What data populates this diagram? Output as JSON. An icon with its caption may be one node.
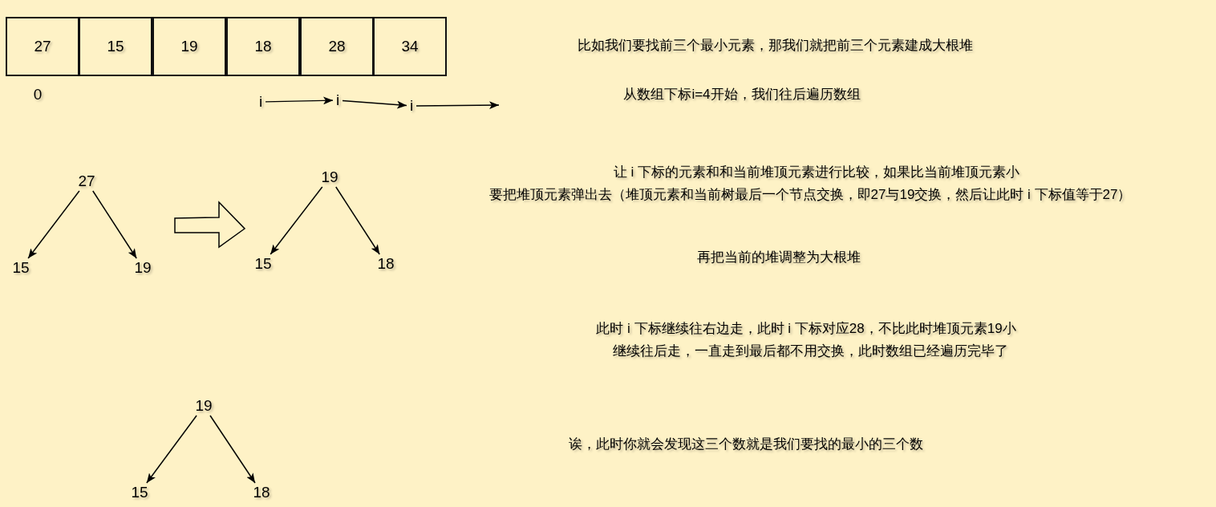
{
  "diagram": {
    "nodes": [
      {
        "text": [
          "27"
        ]
      },
      {
        "text": [
          "15"
        ]
      },
      {
        "text": [
          "19"
        ]
      },
      {
        "text": [
          "18"
        ]
      },
      {
        "text": [
          "28"
        ]
      },
      {
        "text": [
          "34"
        ]
      },
      {
        "text": [
          "27"
        ]
      },
      {
        "text": [
          "15"
        ]
      },
      {
        "text": [
          "19"
        ]
      },
      {
        "text": [
          "19"
        ]
      },
      {
        "text": [
          "15"
        ]
      },
      {
        "text": [
          "18"
        ]
      },
      {
        "text": [
          "19"
        ]
      },
      {
        "text": [
          "15"
        ]
      },
      {
        "text": [
          "18"
        ]
      },
      {
        "text": [
          "i"
        ]
      },
      {
        "text": [
          "i"
        ]
      },
      {
        "text": [
          "i"
        ]
      }
    ],
    "edges": [
      {
        "from": 15,
        "to": 16,
        "arrow": "to"
      },
      {
        "from": 16,
        "to": 17,
        "arrow": "to"
      },
      {
        "from": 17,
        "to": null,
        "arrow": "to"
      },
      {
        "from": 6,
        "to": 7,
        "arrow": "to"
      },
      {
        "from": 6,
        "to": 8,
        "arrow": "to"
      },
      {
        "from": 9,
        "to": 10,
        "arrow": "to"
      },
      {
        "from": 9,
        "to": 11,
        "arrow": "to"
      },
      {
        "from": 12,
        "to": 13,
        "arrow": "to"
      },
      {
        "from": 12,
        "to": 14,
        "arrow": "to"
      }
    ],
    "labels": [
      "0",
      "比如我们要找前三个最小元素，那我们就把前三个元素建成大根堆",
      "从数组下标i=4开始，我们往后遍历数组",
      "让 i 下标的元素和和当前堆顶元素进行比较，如果比当前堆顶元素小",
      "要把堆顶元素弹出去（堆顶元素和当前树最后一个节点交换，即27与19交换，然后让此时 i 下标值等于27）",
      "再把当前的堆调整为大根堆",
      "此时 i 下标继续往右边走，此时 i 下标对应28，不比此时堆顶元素19小",
      "继续往后走，一直走到最后都不用交换，此时数组已经遍历完毕了",
      "诶，此时你就会发现这三个数就是我们要找的最小的三个数"
    ]
  }
}
